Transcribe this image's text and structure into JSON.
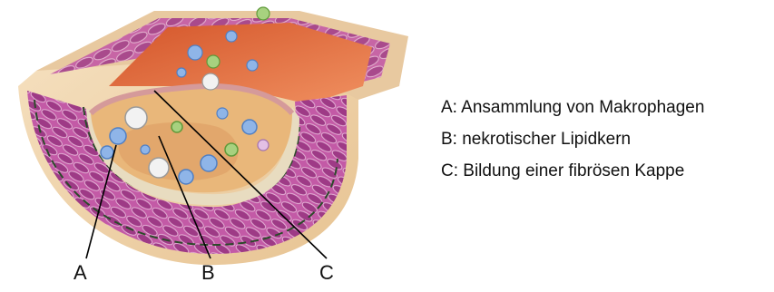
{
  "markers": [
    "A",
    "B",
    "C"
  ],
  "legend": [
    "A: Ansammlung von Makrophagen",
    "B: nekrotischer Lipidkern",
    "C: Bildung einer fibrösen Kappe"
  ],
  "colors": {
    "muscle": "#b74a9a",
    "muscle_dark": "#8f2f7a",
    "intima": "#e8dcc0",
    "adventitia": "#efd5ad",
    "lumen": "#e36a3a",
    "plaque": "#e9b77a",
    "macrophage": "#8fb5e8",
    "cell_green": "#8cc06a"
  }
}
